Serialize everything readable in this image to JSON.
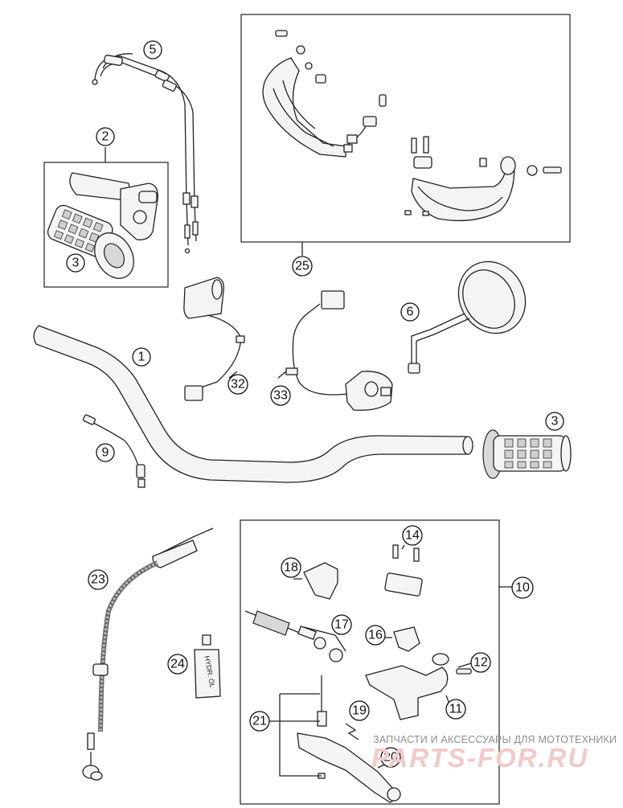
{
  "callouts": [
    {
      "id": "p1",
      "label": "1"
    },
    {
      "id": "p2",
      "label": "2"
    },
    {
      "id": "p3a",
      "label": "3"
    },
    {
      "id": "p3b",
      "label": "3"
    },
    {
      "id": "p5",
      "label": "5"
    },
    {
      "id": "p6",
      "label": "6"
    },
    {
      "id": "p9",
      "label": "9"
    },
    {
      "id": "p10",
      "label": "10"
    },
    {
      "id": "p11",
      "label": "11"
    },
    {
      "id": "p12",
      "label": "12"
    },
    {
      "id": "p14",
      "label": "14"
    },
    {
      "id": "p16",
      "label": "16"
    },
    {
      "id": "p17",
      "label": "17"
    },
    {
      "id": "p18",
      "label": "18"
    },
    {
      "id": "p19",
      "label": "19"
    },
    {
      "id": "p20",
      "label": "20"
    },
    {
      "id": "p21",
      "label": "21"
    },
    {
      "id": "p23",
      "label": "23"
    },
    {
      "id": "p24",
      "label": "24"
    },
    {
      "id": "p25",
      "label": "25"
    },
    {
      "id": "p32",
      "label": "32"
    },
    {
      "id": "p33",
      "label": "33"
    }
  ],
  "bottle_label": "HYDR. ÖL",
  "watermark": {
    "text": "ЗАПЧАСТИ И АКСЕССУАРЫ ДЛЯ МОТОТЕХНИКИ",
    "logo": "PARTS-FOR.RU"
  }
}
